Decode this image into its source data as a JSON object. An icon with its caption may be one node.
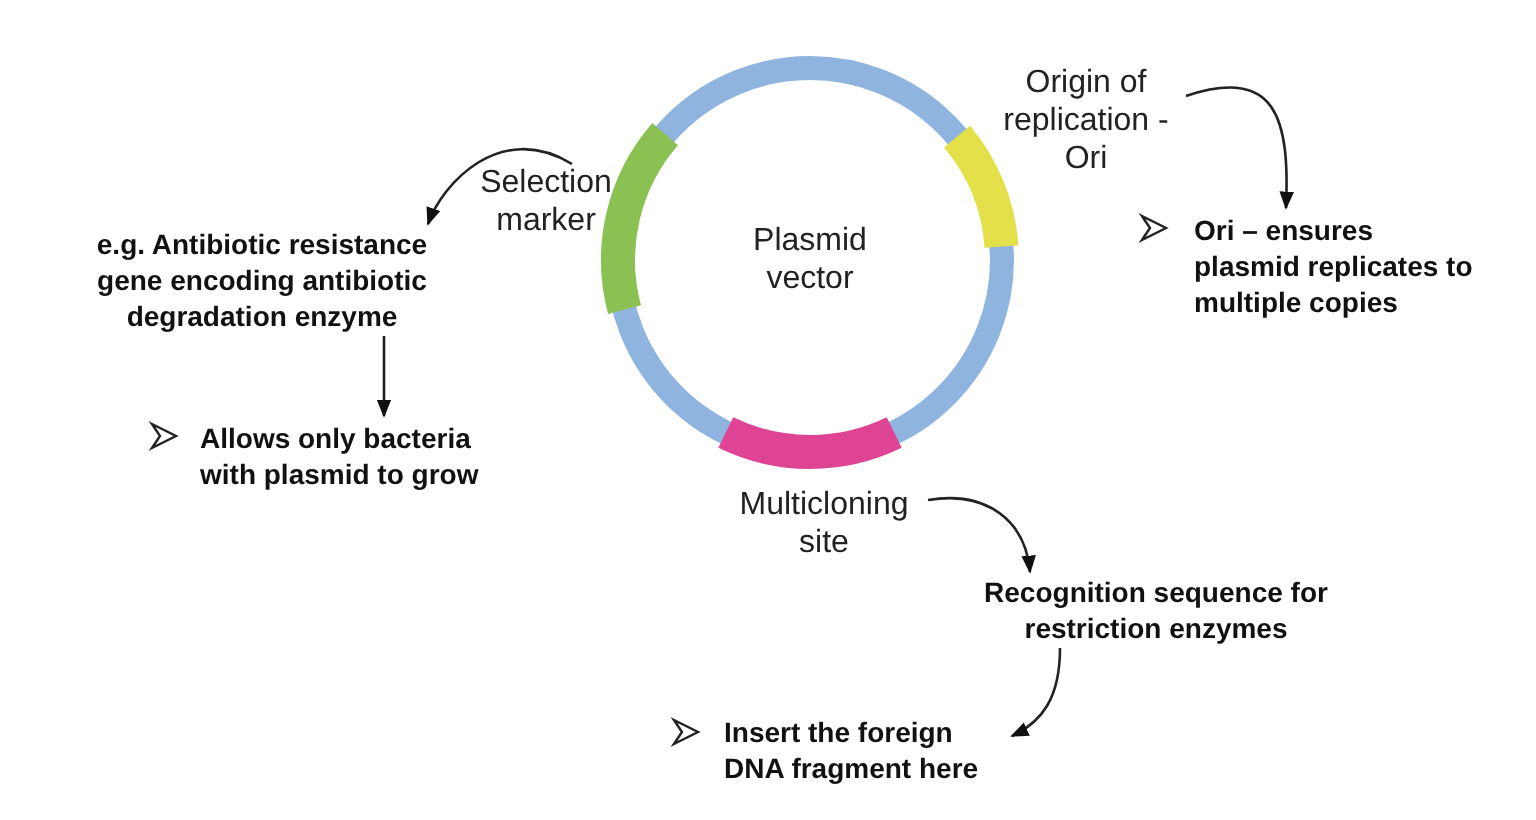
{
  "diagram": {
    "nodes": [
      {
        "text": [
          "Plasmid vector"
        ]
      },
      {
        "text": [
          "Selection marker"
        ]
      },
      {
        "text": [
          "e.g. Antibiotic resistance gene encoding antibiotic degradation enzyme"
        ]
      },
      {
        "text": [
          "Allows only bacteria with plasmid to grow"
        ]
      },
      {
        "text": [
          "Origin of replication - Ori"
        ]
      },
      {
        "text": [
          "Ori – ensures plasmid replicates to multiple copies"
        ]
      },
      {
        "text": [
          "Multicloning site"
        ]
      },
      {
        "text": [
          "Recognition sequence for restriction enzymes"
        ]
      },
      {
        "text": [
          "Insert the foreign DNA fragment here"
        ]
      }
    ],
    "edges": [
      {
        "from": 1,
        "to": 2,
        "arrow": "to"
      },
      {
        "from": 2,
        "to": 3,
        "arrow": "to"
      },
      {
        "from": 4,
        "to": 5,
        "arrow": "to"
      },
      {
        "from": 6,
        "to": 7,
        "arrow": "to"
      },
      {
        "from": 7,
        "to": 8,
        "arrow": "to"
      }
    ]
  }
}
